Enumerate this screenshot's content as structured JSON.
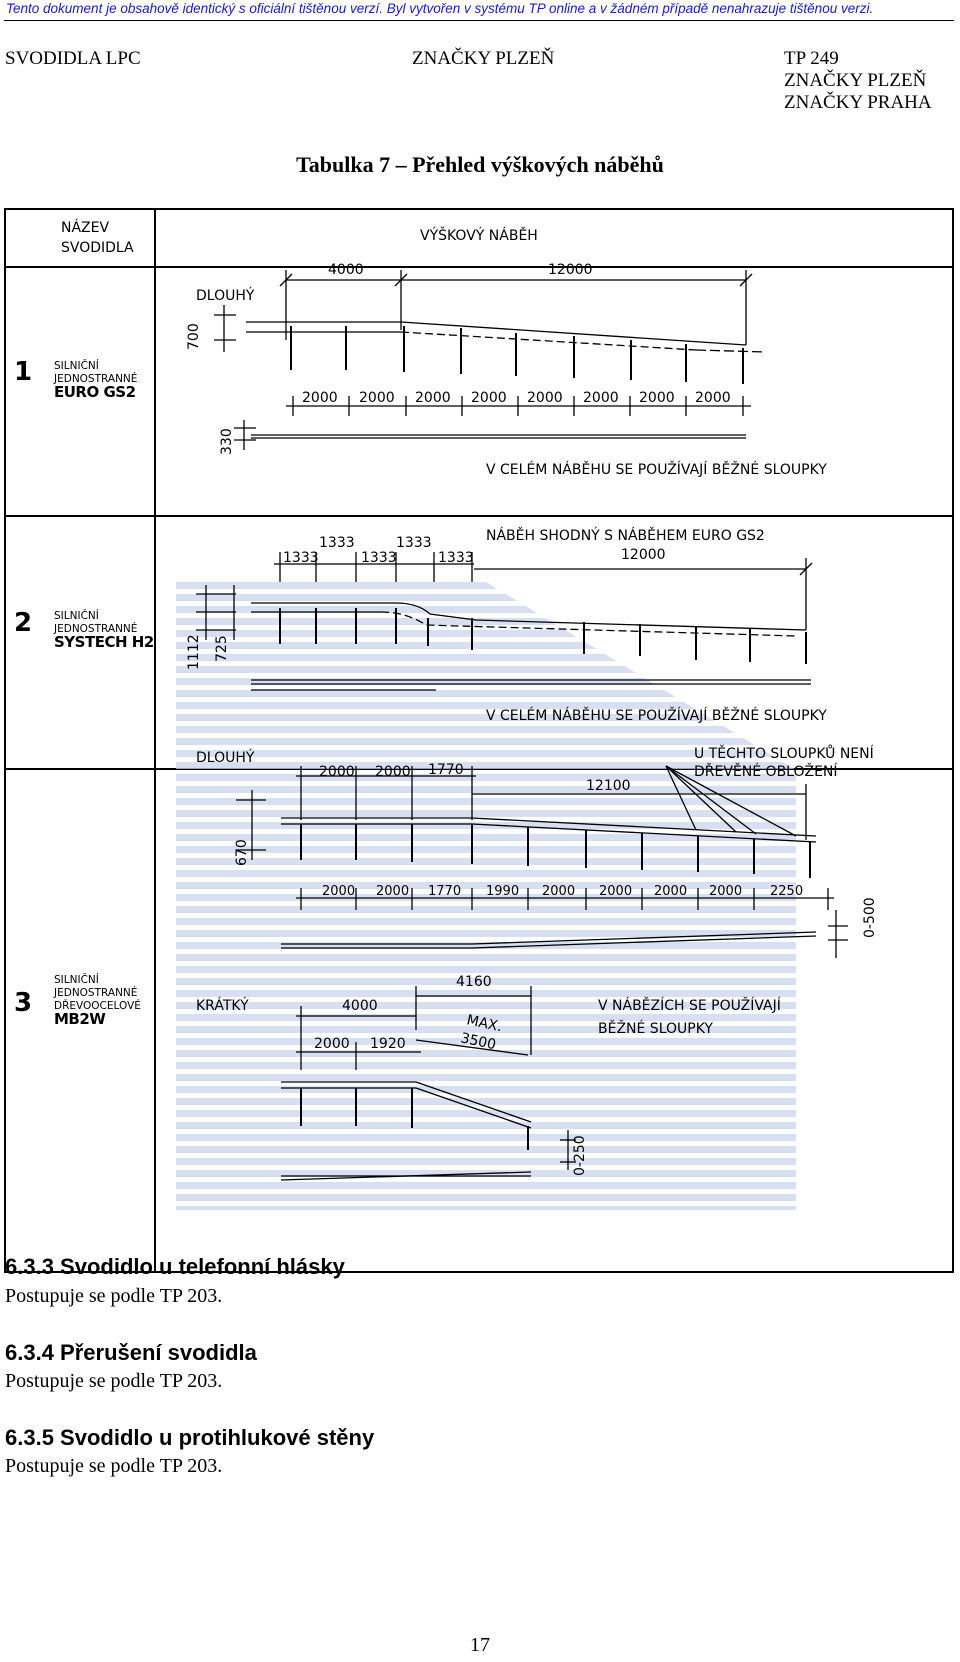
{
  "disclaimer": "Tento dokument je obsahově identický s oficiální tištěnou verzí. Byl vytvořen v systému TP online a v žádném případě nenahrazuje tištěnou verzi.",
  "header": {
    "left": "SVODIDLA LPC",
    "middle": "ZNAČKY PLZEŇ",
    "right_lines": [
      "TP 249",
      "ZNAČKY PLZEŇ",
      "ZNAČKY PRAHA"
    ]
  },
  "table_title": "Tabulka 7 – Přehled výškových náběhů",
  "table": {
    "col_name_header": [
      "NÁZEV",
      "SVODIDLA"
    ],
    "col_drawing_header": "VÝŠKOVÝ NÁBĚH",
    "rows": [
      {
        "num": "1",
        "name_small": [
          "SILNIČNÍ",
          "JEDNOSTRANNÉ"
        ],
        "name_big": "EURO GS2",
        "labels": {
          "long": "DLOUHÝ",
          "top_dims": [
            "4000",
            "12000"
          ],
          "height_dim": "700",
          "bottom_dims": [
            "2000",
            "2000",
            "2000",
            "2000",
            "2000",
            "2000",
            "2000",
            "2000"
          ],
          "ground_dim": "330",
          "note": "V CELÉM NÁBĚHU SE POUŽÍVAJÍ BĚŽNÉ SLOUPKY"
        }
      },
      {
        "num": "2",
        "name_small": [
          "SILNIČNÍ",
          "JEDNOSTRANNÉ"
        ],
        "name_big": "SYSTECH H2",
        "labels": {
          "dims_upper": [
            "1333",
            "1333"
          ],
          "dims_lower": [
            "1333",
            "1333",
            "1333"
          ],
          "same_as": "NÁBĚH SHODNÝ S NÁBĚHEM EURO GS2",
          "span": "12000",
          "height_dims": [
            "1112",
            "725"
          ],
          "note": "V CELÉM NÁBĚHU SE POUŽÍVAJÍ BĚŽNÉ SLOUPKY"
        }
      },
      {
        "num": "3",
        "name_small": [
          "SILNIČNÍ",
          "JEDNOSTRANNÉ",
          "DŘEVOOCELOVÉ"
        ],
        "name_big": "MB2W",
        "labels": {
          "long": "DLOUHÝ",
          "top_dims": [
            "2000",
            "2000",
            "1770"
          ],
          "span": "12100",
          "callout": [
            "U TĚCHTO SLOUPKŮ NENÍ",
            "DŘEVĚNÉ OBLOŽENÍ"
          ],
          "height_dim": "670",
          "bottom_dims": [
            "2000",
            "2000",
            "1770",
            "1990",
            "2000",
            "2000",
            "2000",
            "2000",
            "2250"
          ],
          "range_dim": "0-500",
          "short": "KRÁTKÝ",
          "short_dims_top": [
            "4160",
            "4000"
          ],
          "short_dims": [
            "2000",
            "1920"
          ],
          "max": [
            "MAX.",
            "3500"
          ],
          "short_range": "0-250",
          "short_note": [
            "V NÁBĚZÍCH SE POUŽÍVAJÍ",
            "BĚŽNÉ SLOUPKY"
          ]
        }
      }
    ]
  },
  "sections": [
    {
      "heading": "6.3.3  Svodidlo u telefonní hlásky",
      "text": "Postupuje se podle TP 203."
    },
    {
      "heading": "6.3.4  Přerušení svodidla",
      "text": "Postupuje se podle TP 203."
    },
    {
      "heading": "6.3.5  Svodidlo u protihlukové stěny",
      "text": "Postupuje se podle TP 203."
    }
  ],
  "page_number": "17",
  "colors": {
    "disclaimer": "#1a1acc",
    "watermark": "#c9d4ec"
  }
}
